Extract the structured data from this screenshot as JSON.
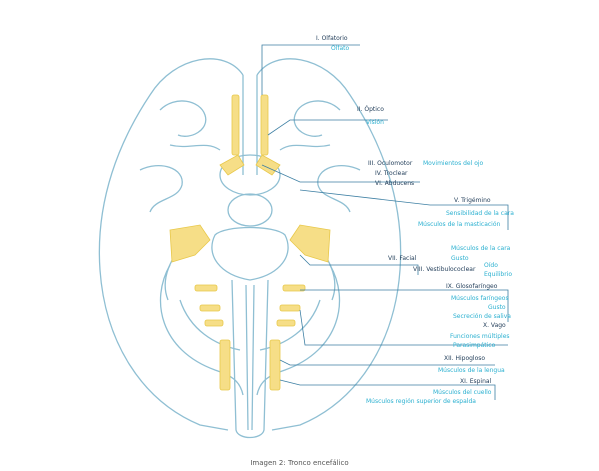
{
  "colors": {
    "outline": "#8fbfd3",
    "nerve_fill": "#f6de87",
    "nerve_stroke": "#e8c84a",
    "leader": "#3d7fa3",
    "nerve_text": "#1f3b57",
    "function_text": "#2bb0d0"
  },
  "labels": {
    "olfatorio": "I. Olfatorio",
    "olfato": "Olfato",
    "optico": "II. Óptico",
    "vision": "Visión",
    "oculomotor": "III. Oculomotor",
    "troclear": "IV. Troclear",
    "abducens": "VI. Abducens",
    "mov_ojo": "Movimientos del ojo",
    "trigemino": "V. Trigémino",
    "sensibilidad_cara": "Sensibilidad de la cara",
    "musculos_masticacion": "Músculos de la masticación",
    "facial": "VII. Facial",
    "musculos_cara": "Músculos de la cara",
    "gusto_1": "Gusto",
    "vestibulococlear": "VIII. Vestibulococlear",
    "oido": "Oído",
    "equilibrio": "Equilibrio",
    "glosofaringeo": "IX. Glosofaríngeo",
    "musculos_faringeos": "Músculos faríngeos",
    "gusto_2": "Gusto",
    "secrecion_saliva": "Secreción de saliva",
    "vago": "X. Vago",
    "funciones_multiples": "Funciones múltiples",
    "parasimpatico": "Parasimpático",
    "hipogloso": "XII. Hipogloso",
    "musculos_lengua": "Músculos de la lengua",
    "espinal": "XI. Espinal",
    "musculos_cuello": "Músculos del cuello",
    "musculos_espalda": "Músculos región superior de espalda"
  },
  "caption": "Imagen 2: Tronco encefálico"
}
